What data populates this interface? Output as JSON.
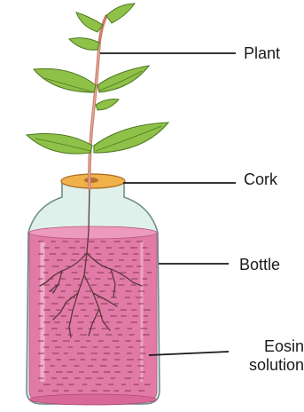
{
  "labels": {
    "plant": "Plant",
    "cork": "Cork",
    "bottle": "Bottle",
    "eosin_line1": "Eosin",
    "eosin_line2": "solution"
  },
  "colors": {
    "solution": "#e07aa3",
    "solution_dark": "#c95a8a",
    "glass": "#d8ede6",
    "glass_outline": "#7a9a90",
    "cork": "#e8a03a",
    "leaf": "#8fbf45",
    "leaf_dark": "#4f7d22",
    "stem": "#c9806a",
    "root": "#5a3a3a",
    "line": "#1a1a1a"
  }
}
